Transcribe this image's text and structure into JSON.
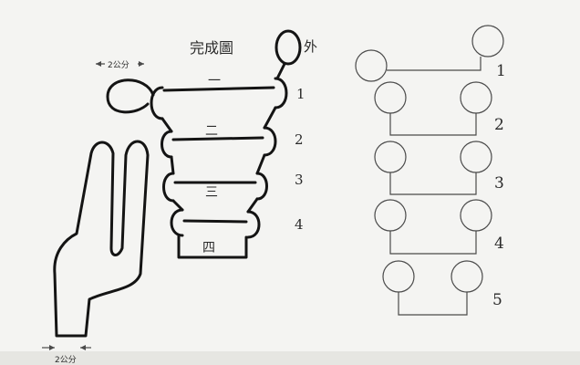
{
  "title": "完成圖",
  "outer_label": "外",
  "dimension_top": "2公分",
  "dimension_bottom": "2公分",
  "left_diagram": {
    "rung_labels": [
      "一",
      "二",
      "三",
      "四"
    ],
    "step_numbers": [
      "1",
      "2",
      "3",
      "4"
    ]
  },
  "right_diagram": {
    "step_numbers": [
      "1",
      "2",
      "3",
      "4",
      "5"
    ]
  },
  "colors": {
    "ink": "#141414",
    "paper": "#f4f4f2",
    "line": "#4a4a4a"
  }
}
